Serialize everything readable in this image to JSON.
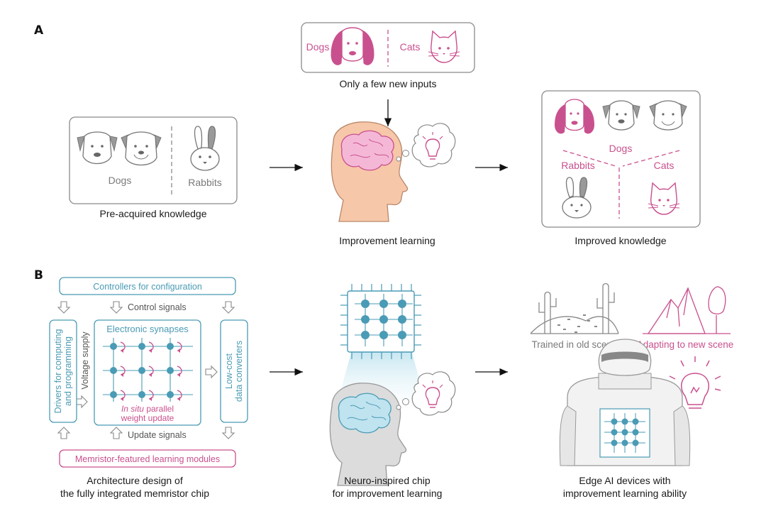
{
  "panel_a": {
    "letter": "A",
    "new_inputs": {
      "dogs": "Dogs",
      "cats": "Cats",
      "caption": "Only a few new inputs"
    },
    "pre_knowledge": {
      "dogs": "Dogs",
      "rabbits": "Rabbits",
      "caption": "Pre-acquired knowledge"
    },
    "improvement_caption": "Improvement learning",
    "improved": {
      "dogs": "Dogs",
      "rabbits": "Rabbits",
      "cats": "Cats",
      "caption": "Improved knowledge"
    }
  },
  "panel_b": {
    "letter": "B",
    "arch": {
      "controllers": "Controllers for configuration",
      "control_signals": "Control signals",
      "drivers": "Drivers for computing",
      "drivers2": "and programming",
      "voltage": "Voltage supply",
      "synapses": "Electronic synapses",
      "in_situ": "In situ",
      "parallel": " parallel",
      "weight_update": "weight update",
      "converters1": "Low-cost",
      "converters2": "data converters",
      "update_signals": "Update signals",
      "memristor_modules": "Memristor-featured learning modules",
      "caption1": "Architecture design of",
      "caption2": "the fully integrated memristor chip"
    },
    "chip": {
      "caption1": "Neuro-inspired chip",
      "caption2": "for improvement learning"
    },
    "edge": {
      "old_scene": "Trained in old scene",
      "new_scene": "Adapting to new scene",
      "caption1": "Edge AI devices with",
      "caption2": "improvement learning ability"
    }
  },
  "colors": {
    "pink": "#c9508e",
    "blue": "#4a9bb5",
    "gray": "#7a7a7a",
    "skin": "#f6c7a8"
  }
}
